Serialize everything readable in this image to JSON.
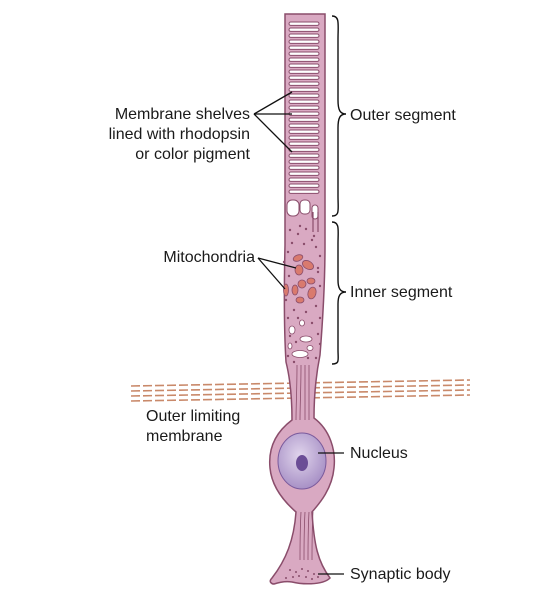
{
  "labels": {
    "membrane_shelves": [
      "Membrane shelves",
      "lined with rhodopsin",
      "or color pigment"
    ],
    "mitochondria": "Mitochondria",
    "outer_limiting": [
      "Outer limiting",
      "membrane"
    ],
    "outer_segment": "Outer segment",
    "inner_segment": "Inner segment",
    "nucleus": "Nucleus",
    "synaptic_body": "Synaptic body"
  },
  "colors": {
    "cell_fill": "#d9a9c2",
    "cell_outline": "#8a4d6b",
    "mitochondria": "#d97a6e",
    "nucleus": "#b9a4cf",
    "nucleolus": "#6b4d96",
    "membrane_lines": "#c9896a"
  }
}
